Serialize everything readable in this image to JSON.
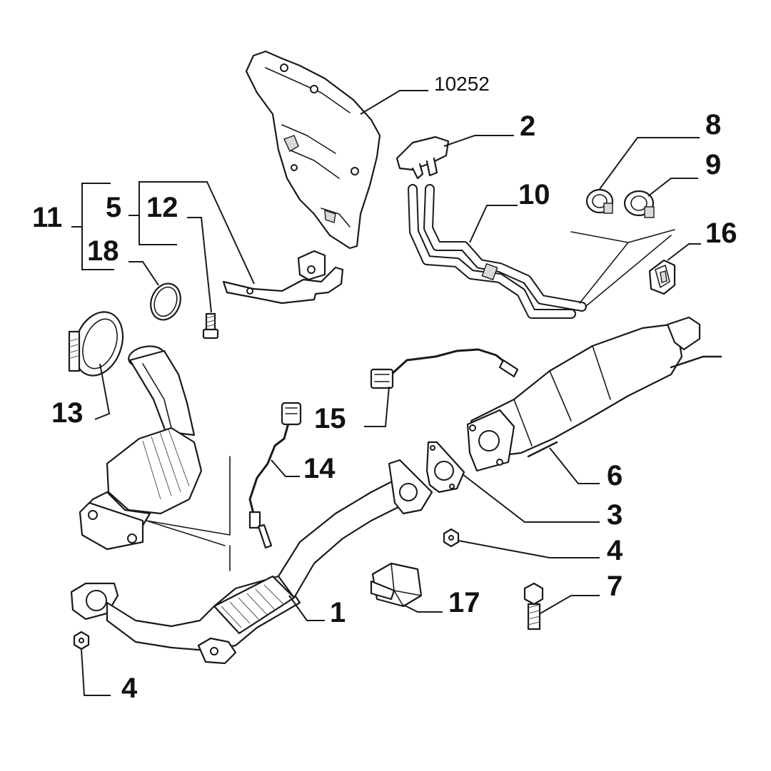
{
  "diagram": {
    "reference_label": "10252",
    "callouts": {
      "c1": "1",
      "c2": "2",
      "c3": "3",
      "c4a": "4",
      "c4b": "4",
      "c5": "5",
      "c6": "6",
      "c7": "7",
      "c8": "8",
      "c9": "9",
      "c10": "10",
      "c11": "11",
      "c12": "12",
      "c13": "13",
      "c14": "14",
      "c15": "15",
      "c16": "16",
      "c17": "17",
      "c18": "18"
    },
    "colors": {
      "line": "#1a1a1a",
      "background": "#ffffff",
      "shade": "#d9d9d9"
    }
  }
}
